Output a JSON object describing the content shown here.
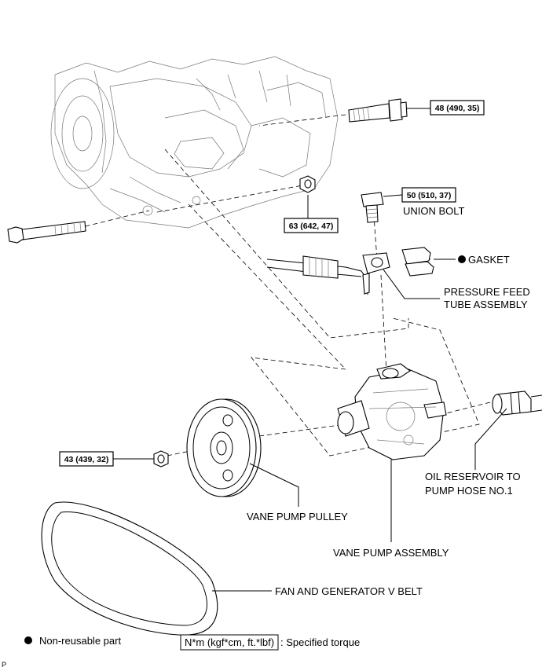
{
  "torques": {
    "bolt_top": "48 (490, 35)",
    "union_bolt": "50 (510, 37)",
    "nut": "63 (642, 47)",
    "pulley_nut": "43 (439, 32)"
  },
  "labels": {
    "union_bolt": "UNION BOLT",
    "gasket": "GASKET",
    "pressure_feed_1": "PRESSURE FEED",
    "pressure_feed_2": "TUBE ASSEMBLY",
    "oil_reservoir_1": "OIL RESERVOIR TO",
    "oil_reservoir_2": "PUMP HOSE NO.1",
    "vane_pump_pulley": "VANE PUMP PULLEY",
    "vane_pump_assembly": "VANE PUMP ASSEMBLY",
    "v_belt": "FAN AND GENERATOR V BELT"
  },
  "legend": {
    "non_reusable": "Non-reusable part",
    "torque_unit": "N*m (kgf*cm, ft.*lbf)",
    "specified_torque": ": Specified torque"
  },
  "corner_mark": "P"
}
